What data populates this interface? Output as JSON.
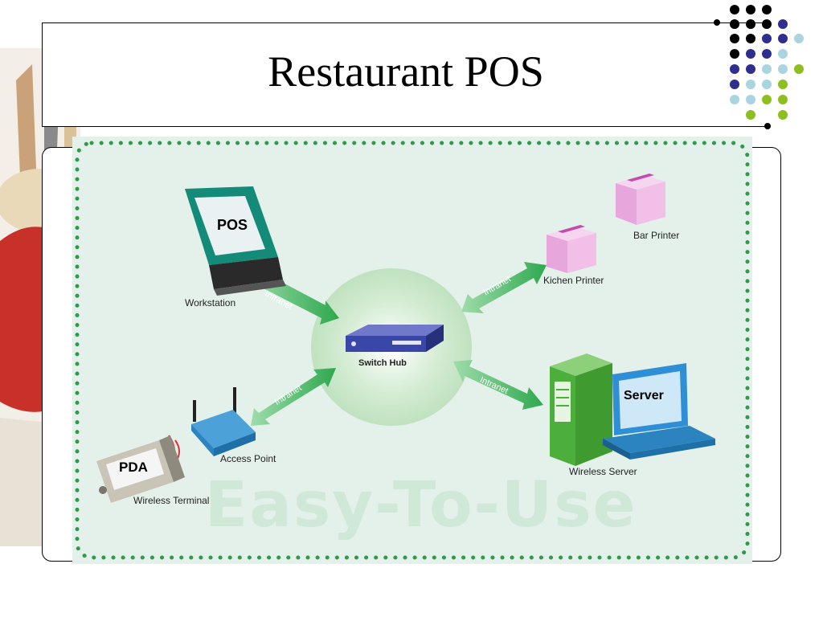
{
  "title": "Restaurant POS",
  "diagram": {
    "watermark": "Easy-To-Use",
    "nodes": {
      "pos_screen": "POS",
      "workstation": "Workstation",
      "switch_hub": "Switch Hub",
      "access_point": "Access Point",
      "pda_screen": "PDA",
      "wireless_terminal": "Wireless Terminal",
      "bar_printer": "Bar Printer",
      "kitchen_printer": "Kichen Printer",
      "server_screen": "Server",
      "wireless_server": "Wireless Server"
    },
    "links": {
      "workstation_link": "Intranet",
      "access_point_link": "Intranet",
      "printer_link": "Intranet",
      "server_link": "Intranet"
    }
  },
  "colors": {
    "panel_bg": "#e4f1ea",
    "border_dots": "#2e9a4a",
    "arrow_green": "#3db35a",
    "dot_grid": [
      "#000000",
      "#2e2e8f",
      "#a9d4e0",
      "#8cbf1f"
    ]
  },
  "icons": [
    "pos-terminal-icon",
    "switch-hub-icon",
    "access-point-icon",
    "pda-icon",
    "printer-icon",
    "server-tower-icon",
    "server-monitor-icon"
  ]
}
